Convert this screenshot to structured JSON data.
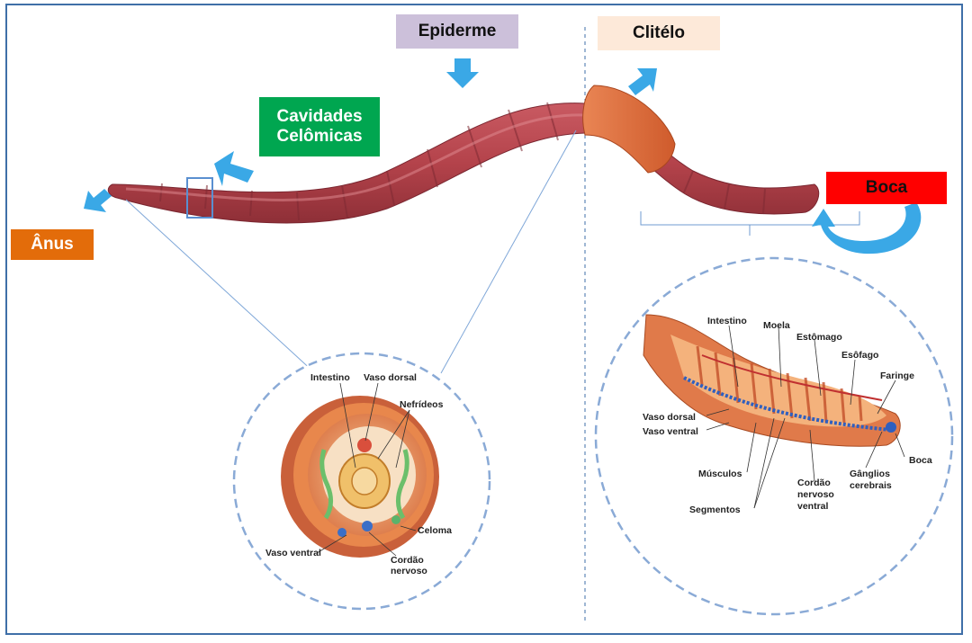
{
  "labels": {
    "epiderme": "Epiderme",
    "clitelo": "Clitélo",
    "cavidades": "Cavidades Celômicas",
    "boca": "Boca",
    "anus": "Ânus"
  },
  "cross_section": {
    "intestino": "Intestino",
    "vaso_dorsal": "Vaso dorsal",
    "nefrideos": "Nefrídeos",
    "celoma": "Celoma",
    "vaso_ventral": "Vaso ventral",
    "cordao_1": "Cordão",
    "cordao_2": "nervoso"
  },
  "longitudinal": {
    "intestino": "Intestino",
    "moela": "Moela",
    "estomago": "Estômago",
    "esofago": "Esôfago",
    "faringe": "Faringe",
    "vaso_dorsal": "Vaso dorsal",
    "vaso_ventral": "Vaso ventral",
    "musculos": "Músculos",
    "segmentos": "Segmentos",
    "cordao_1": "Cordão",
    "cordao_2": "nervoso",
    "cordao_3": "ventral",
    "ganglios_1": "Gânglios",
    "ganglios_2": "cerebrais",
    "boca": "Boca"
  },
  "colors": {
    "epiderme_bg": "#ccc0da",
    "clitelo_bg": "#fde9d9",
    "cavidades_bg": "#00a650",
    "boca_bg": "#ff0000",
    "anus_bg": "#e36c0a",
    "arrow": "#3aa8e6",
    "worm": "#b4434b",
    "clitellum": "#e0703a"
  }
}
